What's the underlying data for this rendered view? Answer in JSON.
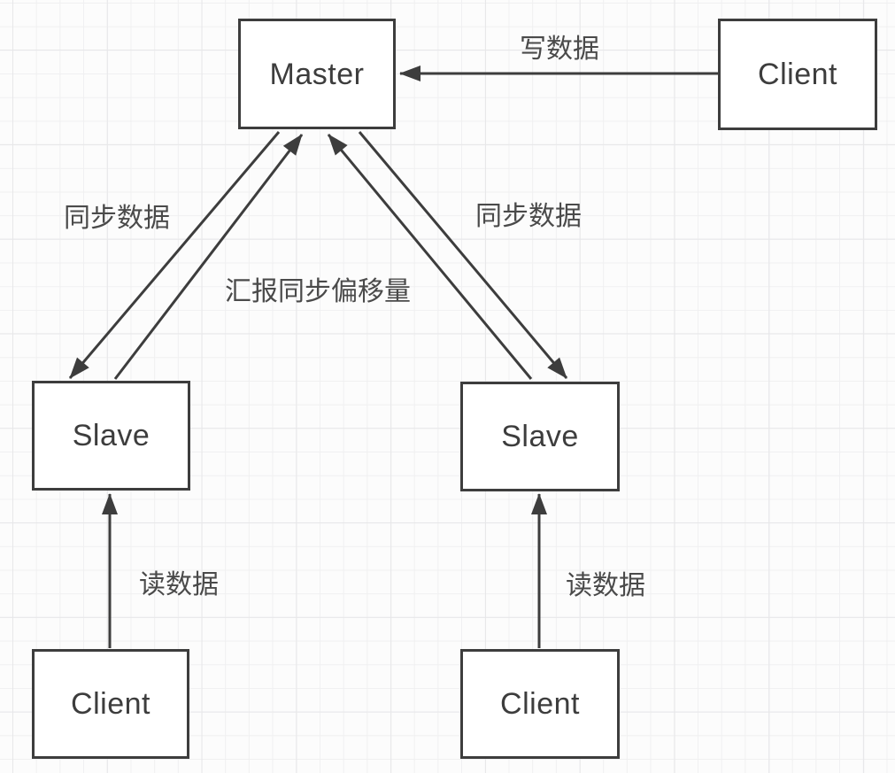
{
  "diagram": {
    "nodes": [
      {
        "id": "master",
        "label": "Master"
      },
      {
        "id": "client-top",
        "label": "Client"
      },
      {
        "id": "slave-left",
        "label": "Slave"
      },
      {
        "id": "slave-right",
        "label": "Slave"
      },
      {
        "id": "client-bottom-left",
        "label": "Client"
      },
      {
        "id": "client-bottom-right",
        "label": "Client"
      }
    ],
    "edges": [
      {
        "from": "client-top",
        "to": "master",
        "label": "写数据"
      },
      {
        "from": "master",
        "to": "slave-left",
        "label": "同步数据"
      },
      {
        "from": "slave-left",
        "to": "master",
        "label": "汇报同步偏移量"
      },
      {
        "from": "master",
        "to": "slave-right",
        "label": "同步数据"
      },
      {
        "from": "slave-right",
        "to": "master",
        "label": ""
      },
      {
        "from": "client-bottom-left",
        "to": "slave-left",
        "label": "读数据"
      },
      {
        "from": "client-bottom-right",
        "to": "slave-right",
        "label": "读数据"
      }
    ],
    "colors": {
      "stroke": "#3d3d3d",
      "label_ink": "#4a4a4a",
      "node_fill": "#ffffff",
      "background": "#fcfcfc",
      "grid_minor": "#f0f0f1",
      "grid_major": "#e7e7e9"
    }
  }
}
